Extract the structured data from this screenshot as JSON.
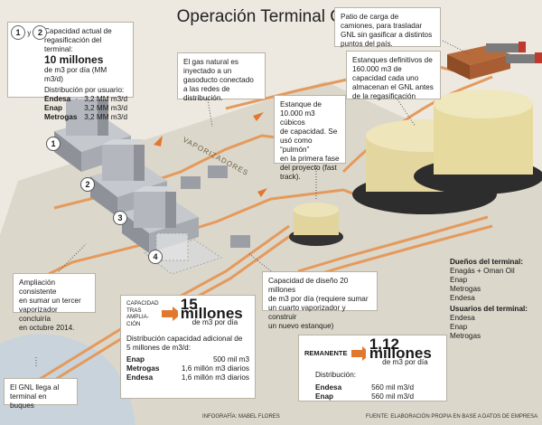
{
  "title": "Operación Terminal GNL",
  "capacity_box": {
    "badge1": "1",
    "connector": "y",
    "badge2": "2",
    "line1": "Capacidad actual de",
    "line2": "regasificación del terminal:",
    "big": "10 millones",
    "unit": "de m3 por día (MM m3/d)",
    "dist_title": "Distribución por usuario:",
    "rows": [
      {
        "name": "Endesa",
        "value": "3,2 MM m3/d"
      },
      {
        "name": "Enap",
        "value": "3,2 MM m3/d"
      },
      {
        "name": "Metrogas",
        "value": "3,2 MM m3/d"
      }
    ]
  },
  "gas_box": [
    "El gas natural es",
    "inyectado a un",
    "gasoducto conectado",
    "a las redes de",
    "distribución."
  ],
  "truck_box": [
    "Patio de carga de",
    "camiones, para trasladar",
    "GNL sin gasificar a distintos",
    "puntos del país."
  ],
  "tanks_box": [
    "Estanques definitivos de",
    "160.000 m3 de",
    "capacidad cada uno",
    "almacenan el GNL antes",
    "de la regasificación"
  ],
  "pulmon_box": [
    "Estanque de",
    "10.000 m3 cúbicos",
    "de capacidad. Se",
    "usó como “pulmón”",
    "en la primera fase",
    "del proyecto (fast",
    "track)."
  ],
  "vaporizadores_label": "VAPORIZADORES",
  "units": [
    "1",
    "2",
    "3",
    "4"
  ],
  "owners": {
    "title1": "Dueños del terminal:",
    "owners_list": [
      "Enagás + Oman Oil",
      "Enap",
      "Metrogas",
      "Endesa"
    ],
    "title2": "Usuarios del terminal:",
    "users_list": [
      "Endesa",
      "Enap",
      "Metrogas"
    ]
  },
  "expansion_box": [
    "Ampliación consistente",
    "en sumar un tercer",
    "vaporizador concluiría",
    "en octubre 2014."
  ],
  "design_box": [
    "Capacidad de diseño 20 millones",
    "de m3 por día (requiere sumar",
    "un cuarto vaporizador y construir",
    "un nuevo estanque)"
  ],
  "after_box": {
    "label": [
      "CAPACIDAD",
      "TRAS AMPLIA-",
      "CIÓN"
    ],
    "big": "15 millones",
    "unit": "de m3 por día",
    "dist": [
      "Distribución capacidad adicional de",
      "5 millones de m3/d:"
    ],
    "rows": [
      {
        "name": "Enap",
        "value": "500 mil m3"
      },
      {
        "name": "Metrogas",
        "value": "1,6 millón m3 diarios"
      },
      {
        "name": "Endesa",
        "value": "1,6 millón m3 diarios"
      }
    ]
  },
  "remanente_box": {
    "label": "REMANENTE",
    "big": "1,12 millones",
    "unit": "de m3 por día",
    "dist": "Distribución:",
    "rows": [
      {
        "name": "Endesa",
        "value": "560 mil m3/d"
      },
      {
        "name": "Enap",
        "value": "560 mil m3/d"
      }
    ]
  },
  "ship_box": [
    "El GNL llega al",
    "terminal en buques"
  ],
  "credit_left": "INFOGRAFÍA: MABEL FLORES",
  "credit_right": "FUENTE: ELABORACIÓN PROPIA EN BASE A DATOS DE EMPRESA",
  "colors": {
    "pipe": "#e08a4a",
    "arrow": "#e07a30",
    "ground": "#d8d3c6",
    "tank": "#e6d9a0",
    "sea": "#ccd6df",
    "vaporizer": "#a9adb3"
  }
}
